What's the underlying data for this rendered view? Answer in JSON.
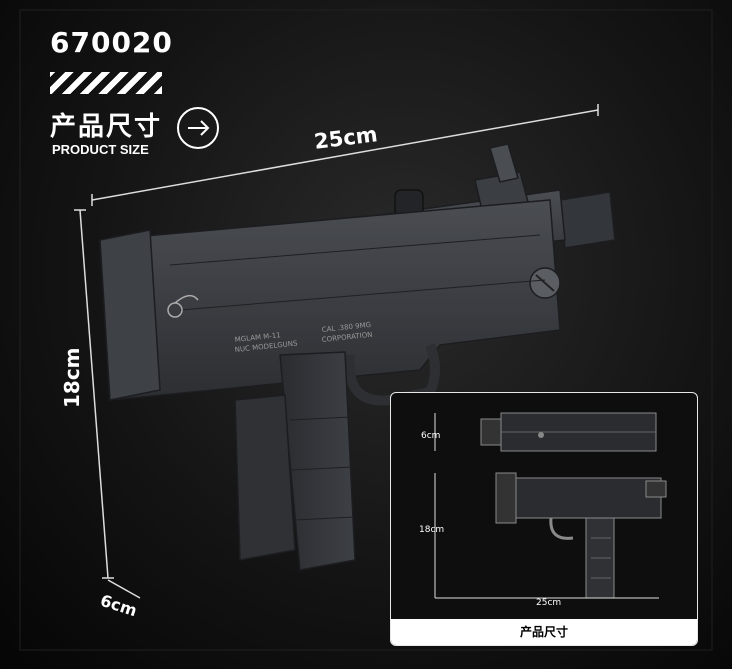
{
  "product": {
    "sku": "670020",
    "title_cn": "产品尺寸",
    "title_en": "PRODUCT SIZE"
  },
  "dimensions": {
    "length": "25cm",
    "height": "18cm",
    "width": "6cm"
  },
  "inset": {
    "label_top": "6cm",
    "label_side": "18cm",
    "label_bottom": "25cm",
    "footer": "产品尺寸"
  },
  "engravings": {
    "left_line1": "MGLAM M-11",
    "left_line2": "NUC MODELGUNS",
    "right_line1": "CAL .380 9MG",
    "right_line2": "CORPORATION"
  },
  "colors": {
    "background": "#141414",
    "text": "#ffffff",
    "model_body": "#3a3d42",
    "model_dark": "#24262a"
  },
  "icons": {
    "arrow": "arrow-right-icon",
    "logo": "snake-logo-icon"
  }
}
